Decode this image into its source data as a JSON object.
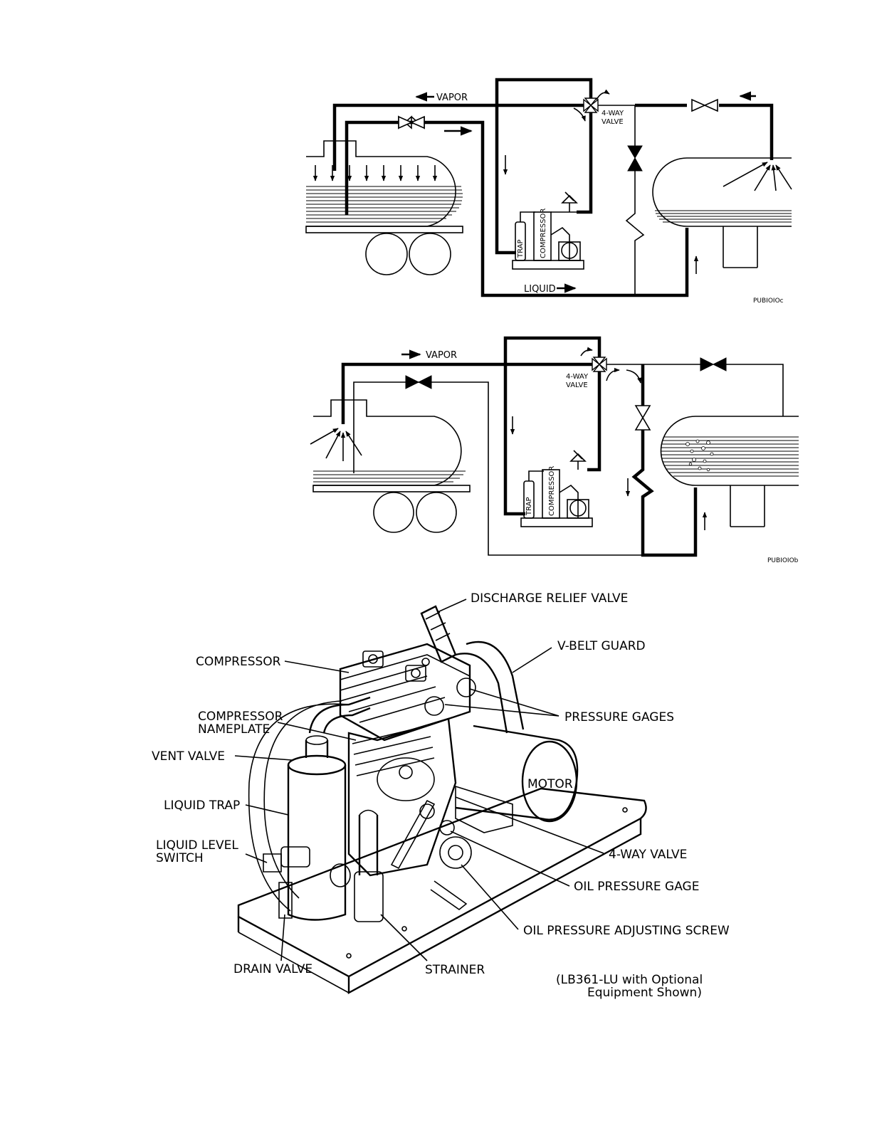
{
  "diagram1": {
    "vapor_label": "VAPOR",
    "valve_label_line1": "4-WAY",
    "valve_label_line2": "VALVE",
    "trap_label": "TRAP",
    "compressor_label": "COMPRESSOR",
    "liquid_label": "LIQUID",
    "figure_code": "PUBIOIOc"
  },
  "diagram2": {
    "vapor_label": "VAPOR",
    "valve_label_line1": "4-WAY",
    "valve_label_line2": "VALVE",
    "trap_label": "TRAP",
    "compressor_label": "COMPRESSOR",
    "figure_code": "PUBIOIOb"
  },
  "callouts": {
    "discharge_relief_valve": "DISCHARGE RELIEF VALVE",
    "v_belt_guard": "V-BELT GUARD",
    "compressor": "COMPRESSOR",
    "compressor_nameplate_line1": "COMPRESSOR",
    "compressor_nameplate_line2": "NAMEPLATE",
    "pressure_gages": "PRESSURE GAGES",
    "vent_valve": "VENT VALVE",
    "motor": "MOTOR",
    "liquid_trap": "LIQUID TRAP",
    "liquid_level_switch_line1": "LIQUID LEVEL",
    "liquid_level_switch_line2": "SWITCH",
    "four_way_valve": "4-WAY VALVE",
    "oil_pressure_gage": "OIL PRESSURE GAGE",
    "oil_pressure_adjusting_screw": "OIL PRESSURE ADJUSTING SCREW",
    "drain_valve": "DRAIN VALVE",
    "strainer": "STRAINER",
    "note_line1": "(LB361-LU with Optional",
    "note_line2": "Equipment Shown)"
  }
}
